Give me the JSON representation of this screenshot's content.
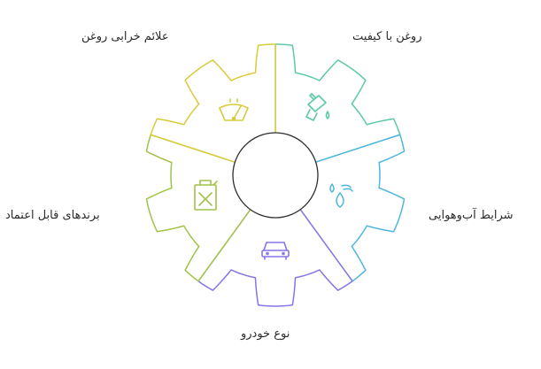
{
  "segments": [
    {
      "id": "quality-oil",
      "label": "روغن با کیفیت",
      "color": "#5cc9a7",
      "icon": "oil-can-icon"
    },
    {
      "id": "weather",
      "label": "شرایط آب‌وهوایی",
      "color": "#4fb6de",
      "icon": "weather-droplets-icon"
    },
    {
      "id": "car-type",
      "label": "نوع خودرو",
      "color": "#8576e6",
      "icon": "car-icon"
    },
    {
      "id": "brands",
      "label": "برندهای قابل اعتماد",
      "color": "#a2c24a",
      "icon": "jerry-can-icon"
    },
    {
      "id": "oil-failure",
      "label": "علائم خرابی روغن",
      "color": "#d8cb3a",
      "icon": "windshield-wiper-icon"
    }
  ]
}
